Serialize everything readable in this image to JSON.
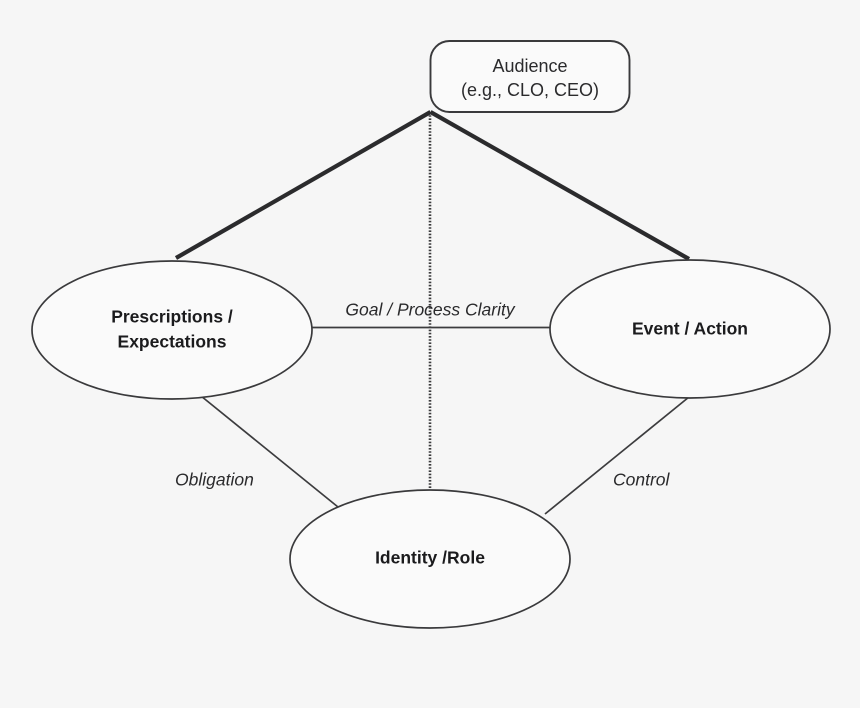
{
  "diagram": {
    "title": "Audience, Prescriptions, Event and Identity relationship diagram",
    "background_color": "#f6f6f6",
    "stroke_color": "#3a3a3c",
    "node_fill": "#fafafa",
    "text_color": "#1b1b1d",
    "nodes": {
      "audience": {
        "shape": "rounded-rectangle",
        "line1": "Audience",
        "line2": "(e.g., CLO, CEO)"
      },
      "prescriptions": {
        "shape": "ellipse",
        "line1": "Prescriptions /",
        "line2": "Expectations"
      },
      "event": {
        "shape": "ellipse",
        "line1": "Event / Action"
      },
      "identity": {
        "shape": "ellipse",
        "line1": "Identity /Role"
      }
    },
    "edge_labels": {
      "goal_process_clarity": "Goal / Process Clarity",
      "obligation": "Obligation",
      "control": "Control"
    }
  }
}
